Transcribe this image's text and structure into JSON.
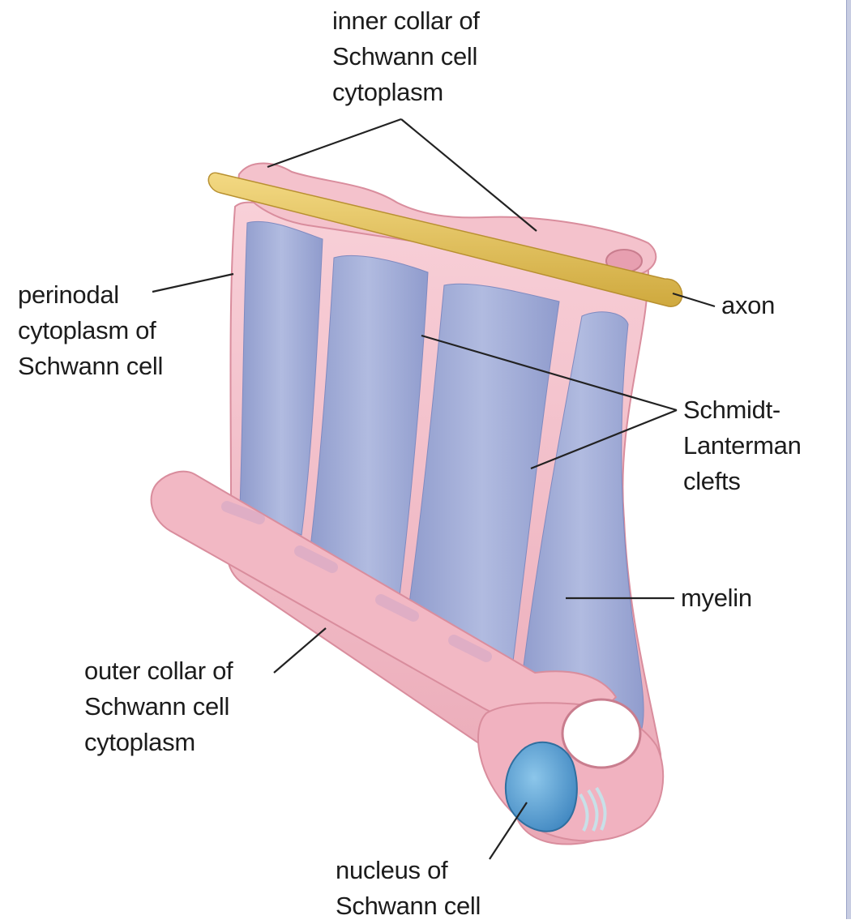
{
  "diagram": {
    "labels": {
      "inner_collar": [
        "inner collar of",
        "Schwann cell",
        "cytoplasm"
      ],
      "perinodal": [
        "perinodal",
        "cytoplasm of",
        "Schwann cell"
      ],
      "axon": [
        "axon"
      ],
      "schmidt_lanterman": [
        "Schmidt-",
        "Lanterman",
        "clefts"
      ],
      "myelin": [
        "myelin"
      ],
      "outer_collar": [
        "outer collar of",
        "Schwann cell",
        "cytoplasm"
      ],
      "nucleus": [
        "nucleus of",
        "Schwann cell"
      ]
    },
    "colors": {
      "cytoplasm": "#f3bcc6",
      "cytoplasm_edge": "#d98d9d",
      "myelin": "#a6b0d8",
      "myelin_dark": "#8a95c8",
      "axon": "#e8c660",
      "nucleus": "#5fa8d8",
      "leader_line": "#222222"
    }
  }
}
